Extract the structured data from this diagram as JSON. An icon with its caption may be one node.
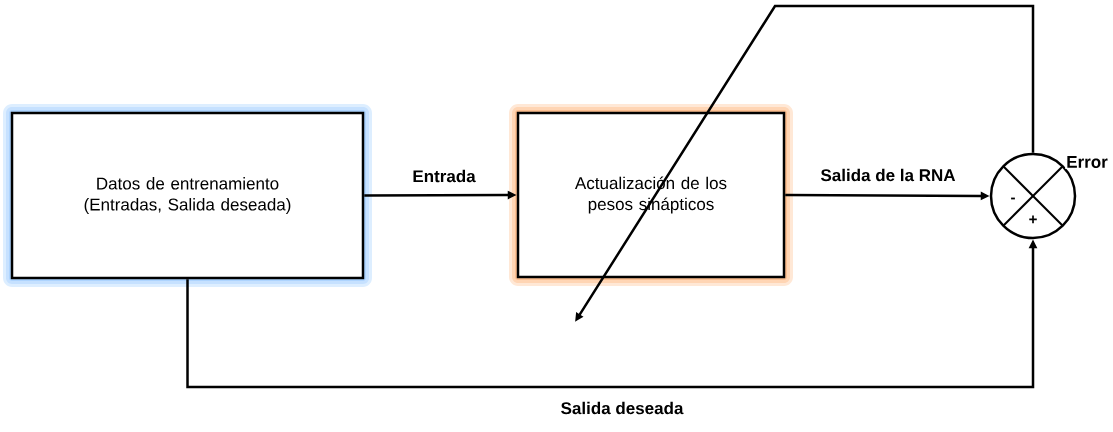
{
  "diagram": {
    "nodes": [
      {
        "text": [
          "Datos de entrenamiento (Entradas, Salida deseada)"
        ]
      },
      {
        "text": [
          "Actualización de los pesos sinápticos"
        ]
      },
      {
        "text": [
          "-",
          "+"
        ]
      }
    ],
    "edges": [
      {
        "from": 0,
        "to": 1,
        "arrow": "to",
        "label": "Entrada"
      },
      {
        "from": 1,
        "to": 2,
        "arrow": "to",
        "label": "Salida de la RNA"
      },
      {
        "from": 0,
        "to": 2,
        "arrow": "to",
        "label": "Salida deseada"
      },
      {
        "from": 2,
        "to": null,
        "arrow": "to",
        "label": "Error"
      }
    ]
  }
}
